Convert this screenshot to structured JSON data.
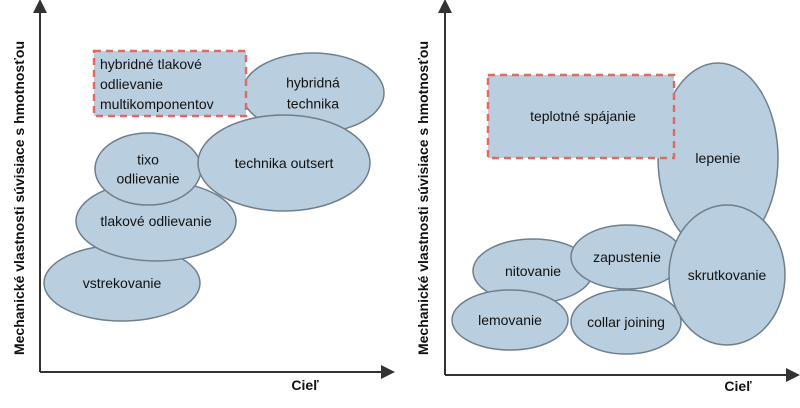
{
  "colors": {
    "ellipse_fill": "#b9cfe0",
    "ellipse_stroke": "#6f7f8c",
    "box_fill": "#b9cfe0",
    "box_stroke": "#e06a62",
    "axis": "#333333"
  },
  "left_panel": {
    "y_axis_label": "Mechanické vlastnosti súvisiace s hmotnosťou",
    "x_axis_label": "Cieľ",
    "box": {
      "lines": [
        "hybridné tlakové",
        "odlievanie",
        "multikomponentov"
      ]
    },
    "ellipses": [
      {
        "id": "vstrekovanie",
        "lines": [
          "vstrekovanie"
        ]
      },
      {
        "id": "tlakove-odlievanie",
        "lines": [
          "tlakové odlievanie"
        ]
      },
      {
        "id": "tixo-odlievanie",
        "lines": [
          "tixo",
          "odlievanie"
        ]
      },
      {
        "id": "technika-outsert",
        "lines": [
          "technika outsert"
        ]
      },
      {
        "id": "hybridna-technika",
        "lines": [
          "hybridná",
          "technika"
        ]
      }
    ]
  },
  "right_panel": {
    "y_axis_label": "Mechanické vlastnosti súvisiace s hmotnosťou",
    "x_axis_label": "Cieľ",
    "box": {
      "lines": [
        "teplotné spájanie"
      ]
    },
    "ellipses": [
      {
        "id": "lepenie",
        "lines": [
          "lepenie"
        ]
      },
      {
        "id": "nitovanie",
        "lines": [
          "nitovanie"
        ]
      },
      {
        "id": "zapustenie",
        "lines": [
          "zapustenie"
        ]
      },
      {
        "id": "skrutkovanie",
        "lines": [
          "skrutkovanie"
        ]
      },
      {
        "id": "lemovanie",
        "lines": [
          "lemovanie"
        ]
      },
      {
        "id": "collar-joining",
        "lines": [
          "collar joining"
        ]
      }
    ]
  }
}
